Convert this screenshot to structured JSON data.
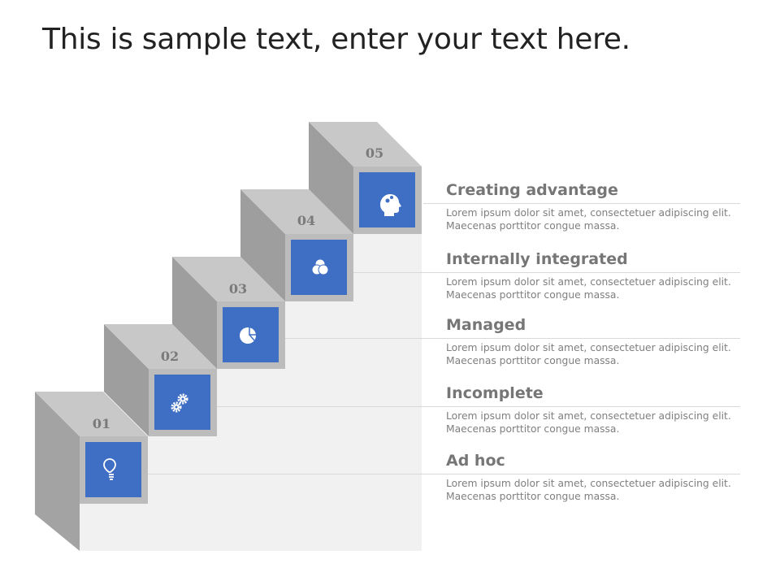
{
  "title": "This is sample text, enter your text here.",
  "colors": {
    "tile_blue": "#3f6fc4",
    "tile_frame": "#bfbfbf",
    "top_face": "#c9c9c9",
    "side_face": "#a0a0a0",
    "base_panel": "#f1f1f1",
    "heading_text": "#767676",
    "body_text": "#7f7f7f"
  },
  "steps": [
    {
      "number": "01",
      "icon": "lightbulb-icon",
      "heading": "Ad hoc",
      "description": "Lorem ipsum dolor sit amet, consectetuer adipiscing elit. Maecenas porttitor congue massa."
    },
    {
      "number": "02",
      "icon": "gears-icon",
      "heading": "Incomplete",
      "description": "Lorem ipsum dolor sit amet, consectetuer adipiscing elit. Maecenas porttitor congue massa."
    },
    {
      "number": "03",
      "icon": "pie-chart-icon",
      "heading": "Managed",
      "description": "Lorem ipsum dolor sit amet, consectetuer adipiscing elit. Maecenas porttitor congue massa."
    },
    {
      "number": "04",
      "icon": "venn-diagram-icon",
      "heading": "Internally integrated",
      "description": "Lorem ipsum dolor sit amet, consectetuer adipiscing elit. Maecenas porttitor congue massa."
    },
    {
      "number": "05",
      "icon": "head-gears-icon",
      "heading": "Creating advantage",
      "description": "Lorem ipsum dolor sit amet, consectetuer adipiscing elit. Maecenas porttitor congue massa."
    }
  ]
}
